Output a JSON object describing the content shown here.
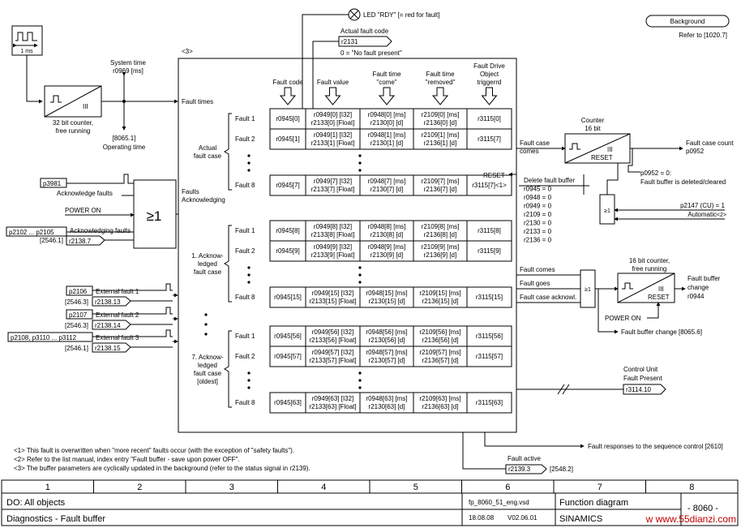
{
  "led": {
    "label": "LED \"RDY\" [= red for fault]"
  },
  "background_box": {
    "label": "Background",
    "ref": "Refer to [1020.7]"
  },
  "actual_fault_code": {
    "title": "Actual fault code",
    "param": "r2131",
    "note": "0 = \"No fault present\""
  },
  "note3_marker": "<3>",
  "clock": {
    "label": "1 ms"
  },
  "system_time": {
    "l1": "System time",
    "l2": "r0969 [ms]"
  },
  "counter32": {
    "l1": "32 bit counter,",
    "l2": "free running"
  },
  "operating_time": {
    "l1": "[8065.1]",
    "l2": "Operating time"
  },
  "fault_times": "Fault times",
  "faults_ack": {
    "l1": "Faults",
    "l2": "Acknowledging"
  },
  "or_symbol": "≥1",
  "ack_inputs": {
    "p3981": "p3981",
    "ack_faults": "Acknowledge faults",
    "power_on": "POWER ON",
    "p2102": "p2102 ... p2105",
    "ack_faulting": "Acknowledging faults",
    "ref1": "[2546.1]",
    "r2138_7": "r2138.7"
  },
  "ext_faults": [
    {
      "param": "p2106",
      "label": "External fault 1",
      "ref": "[2546.3]",
      "r": "r2138.13"
    },
    {
      "param": "p2107",
      "label": "External fault 2",
      "ref": "[2546.3]",
      "r": "r2138.14"
    },
    {
      "param": "p2108, p3110 ... p3112",
      "label": "External fault 3",
      "ref": "[2546.1]",
      "r": "r2138.15"
    }
  ],
  "columns": [
    "Fault code",
    "Fault value",
    "Fault time \"come\"",
    "Fault time \"removed\"",
    "Fault Drive Object triggerrd"
  ],
  "groups": [
    {
      "label": "Actual fault case",
      "rows": [
        {
          "name": "Fault 1",
          "code": "r0945[0]",
          "v1": "r0949[0] [I32]",
          "v2": "r2133[0] [Float]",
          "c1": "r0948[0] [ms]",
          "c2": "r2130[0] [d]",
          "r1": "r2109[0] [ms]",
          "r2": "r2136[0] [d]",
          "d": "r3115[0]"
        },
        {
          "name": "Fault 2",
          "code": "r0945[1]",
          "v1": "r0949[1] [I32]",
          "v2": "r2133[1] [Float]",
          "c1": "r0948[1] [ms]",
          "c2": "r2130[1] [d]",
          "r1": "r2109[1] [ms]",
          "r2": "r2136[1] [d]",
          "d": "r3115[7]"
        },
        {
          "name": "Fault 8",
          "code": "r0945[7]",
          "v1": "r0949[7] [I32]",
          "v2": "r2133[7] [Float]",
          "c1": "r0948[7] [ms]",
          "c2": "r2130[7] [d]",
          "r1": "r2109[7] [ms]",
          "r2": "r2136[7] [d]",
          "d": "r3115[7]<1>"
        }
      ]
    },
    {
      "label": "1. Acknow- ledged fault case",
      "rows": [
        {
          "name": "Fault 1",
          "code": "r0945[8]",
          "v1": "r0949[8] [I32]",
          "v2": "r2133[8] [Float]",
          "c1": "r0948[8] [ms]",
          "c2": "r2130[8] [d]",
          "r1": "r2109[8] [ms]",
          "r2": "r2136[8] [d]",
          "d": "r3115[8]"
        },
        {
          "name": "Fault 2",
          "code": "r0945[9]",
          "v1": "r0949[9] [I32]",
          "v2": "r2133[9] [Float]",
          "c1": "r0948[9] [ms]",
          "c2": "r2130[9] [d]",
          "r1": "r2109[9] [ms]",
          "r2": "r2136[9] [d]",
          "d": "r3115[9]"
        },
        {
          "name": "Fault 8",
          "code": "r0945[15]",
          "v1": "r0949[15] [I32]",
          "v2": "r2133[15] [Float]",
          "c1": "r0948[15] [ms]",
          "c2": "r2130[15] [d]",
          "r1": "r2109[15] [ms]",
          "r2": "r2136[15] [d]",
          "d": "r3115[15]"
        }
      ]
    },
    {
      "label": "7. Acknow- ledged fault case [oldest]",
      "rows": [
        {
          "name": "Fault 1",
          "code": "r0945[56]",
          "v1": "r0949[56] [I32]",
          "v2": "r2133[56] [Float]",
          "c1": "r0948[56] [ms]",
          "c2": "r2130[56] [d]",
          "r1": "r2109[56] [ms]",
          "r2": "r2136[56] [d]",
          "d": "r3115[56]"
        },
        {
          "name": "Fault 2",
          "code": "r0945[57]",
          "v1": "r0949[57] [I32]",
          "v2": "r2133[57] [Float]",
          "c1": "r0948[57] [ms]",
          "c2": "r2130[57] [d]",
          "r1": "r2109[57] [ms]",
          "r2": "r2136[57] [d]",
          "d": "r3115[57]"
        },
        {
          "name": "Fault 8",
          "code": "r0945[63]",
          "v1": "r0949[63] [I32]",
          "v2": "r2133[63] [Float]",
          "c1": "r0948[63] [ms]",
          "c2": "r2130[63] [d]",
          "r1": "r2109[63] [ms]",
          "r2": "r2136[63] [d]",
          "d": "r3115[63]"
        }
      ]
    }
  ],
  "reset_label": "RESET",
  "counter16": {
    "title1": "Counter",
    "title2": "16 bit",
    "in1": "Fault case",
    "in2": "comes",
    "out1": "Fault case count",
    "out2": "p0952",
    "reset": "RESET",
    "roman": "III"
  },
  "p0952_note": {
    "l1": "p0952 = 0:",
    "l2": "Fault buffer is deleted/cleared"
  },
  "delete_buffer": [
    "Delete fault buffer",
    "r0945 = 0",
    "r0948 = 0",
    "r0949 = 0",
    "r2109 = 0",
    "r2130 = 0",
    "r2133 = 0",
    "r2136 = 0"
  ],
  "p2147": {
    "l1": "p2147 (CU) = 1",
    "l2": "Automatic",
    "note": "<2>"
  },
  "fault_change": {
    "in1": "Fault comes",
    "in2": "Fault goes",
    "in3": "Fault case acknowl.",
    "title1": "16 bit counter,",
    "title2": "free running",
    "out1": "Fault buffer",
    "out2": "change",
    "out3": "r0944",
    "power_on": "POWER ON",
    "change_ref": "Fault buffer change [8065.6]",
    "reset": "RESET",
    "roman": "III"
  },
  "control_unit": {
    "l1": "Control Unit",
    "l2": "Fault Present",
    "param": "r3114.10"
  },
  "fault_responses": "Fault responses to the sequence control [2610]",
  "fault_active": {
    "label": "Fault active",
    "param": "r2139.3",
    "ref": "[2548.2]"
  },
  "notes": [
    "<1> This fault is overwritten when \"more recent\" faults occur (with the exception of \"safety faults\").",
    "<2> Refer to the list manual, index entry \"Fault buffer - save upon power OFF\".",
    "<3> The buffer parameters are cyclically updated in the background (refer to the status signal in r2139)."
  ],
  "ruler": [
    "1",
    "2",
    "3",
    "4",
    "5",
    "6",
    "7",
    "8"
  ],
  "footer": {
    "do": "DO: All objects",
    "title": "Diagnostics - Fault buffer",
    "file": "fp_8060_51_eng.vsd",
    "date": "18.08.08",
    "version": "V02.06.01",
    "fd": "Function diagram",
    "brand": "SINAMICS",
    "page": "- 8060 -"
  },
  "watermark": "w  www.55dianzi.com"
}
